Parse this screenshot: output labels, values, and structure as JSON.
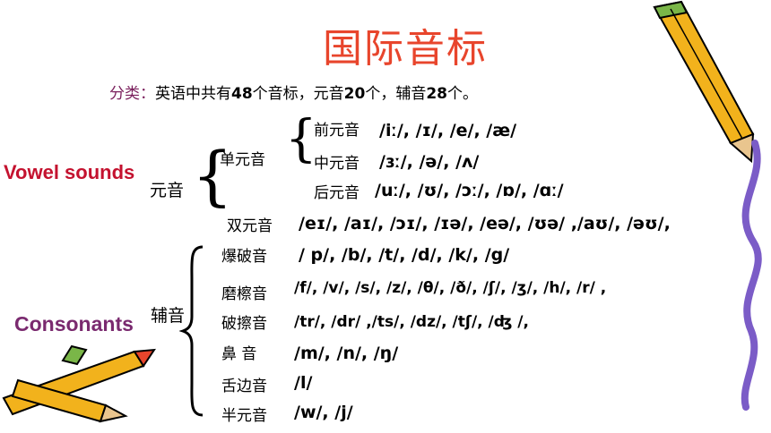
{
  "title": "国际音标",
  "summary": {
    "label": "分类：",
    "p1": "英语中共有",
    "n1": "48",
    "p2": "个音标，元音",
    "n2": "20",
    "p3": "个，辅音",
    "n3": "28",
    "p4": "个。"
  },
  "labels": {
    "vowel_en": "Vowel sounds",
    "consonant_en": "Consonants"
  },
  "vowels": {
    "label": "元音",
    "mono": {
      "label": "单元音",
      "front": {
        "label": "前元音",
        "symbols": "/iː/,   /ɪ/,   /e/,  /æ/"
      },
      "central": {
        "label": "中元音",
        "symbols": "/ɜː/,   /ə/,  /ʌ/"
      },
      "back": {
        "label": "后元音",
        "symbols": "/uː/,  /ʊ/,  /ɔː/,  /ɒ/,  /ɑː/"
      }
    },
    "diph": {
      "label": "双元音",
      "symbols": "/eɪ/,  /aɪ/,  /ɔɪ/, /ɪə/,  /eə/,  /ʊə/ ,/aʊ/, /əʊ/,"
    }
  },
  "consonants": {
    "label": "辅音",
    "rows": [
      {
        "label": "爆破音",
        "symbols": "/ p/, /b/, /t/, /d/, /k/, /g/"
      },
      {
        "label": "磨檫音",
        "symbols": "/f/, /v/, /s/, /z/,  /θ/, /ð/, /ʃ/, /ʒ/, /h/, /r/ ,"
      },
      {
        "label": "破擦音",
        "symbols": "/tr/, /dr/ ,/ts/, /dz/, /tʃ/, /ʤ /,"
      },
      {
        "label": "鼻    音",
        "symbols": "/m/, /n/, /ŋ/"
      },
      {
        "label": "舌边音",
        "symbols": "/l/"
      },
      {
        "label": "半元音",
        "symbols": "/w/, /j/"
      }
    ]
  }
}
